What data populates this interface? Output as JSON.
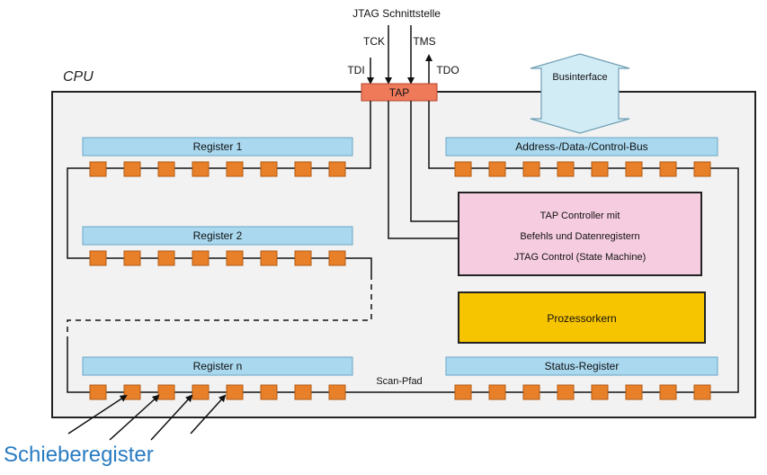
{
  "title": "JTAG Schnittstelle",
  "cpu_label": "CPU",
  "signals": {
    "tck": "TCK",
    "tms": "TMS",
    "tdi": "TDI",
    "tdo": "TDO"
  },
  "tap_label": "TAP",
  "businterface_label": "Businterface",
  "registers": {
    "reg1": "Register 1",
    "reg2": "Register 2",
    "regn": "Register n",
    "bus": "Address-/Data-/Control-Bus",
    "status": "Status-Register"
  },
  "tap_controller": {
    "line1": "TAP Controller mit",
    "line2": "Befehls und Datenregistern",
    "line3": "JTAG Control (State Machine)"
  },
  "prozessorkern_label": "Prozessorkern",
  "scan_path_label": "Scan-Pfad",
  "schieberegister_label": "Schieberegister",
  "colors": {
    "register_fill": "#a9d8ef",
    "register_stroke": "#6aa6c4",
    "cell_fill": "#e8802a",
    "cell_stroke": "#b35a12",
    "tap_fill": "#ee7a5a",
    "tap_controller_fill": "#f6cde0",
    "prozessorkern_fill": "#f7c400",
    "busif_fill": "#d2ecf6",
    "cpu_fill": "#f2f2f2",
    "schieberegister_text": "#2a7cc2"
  }
}
